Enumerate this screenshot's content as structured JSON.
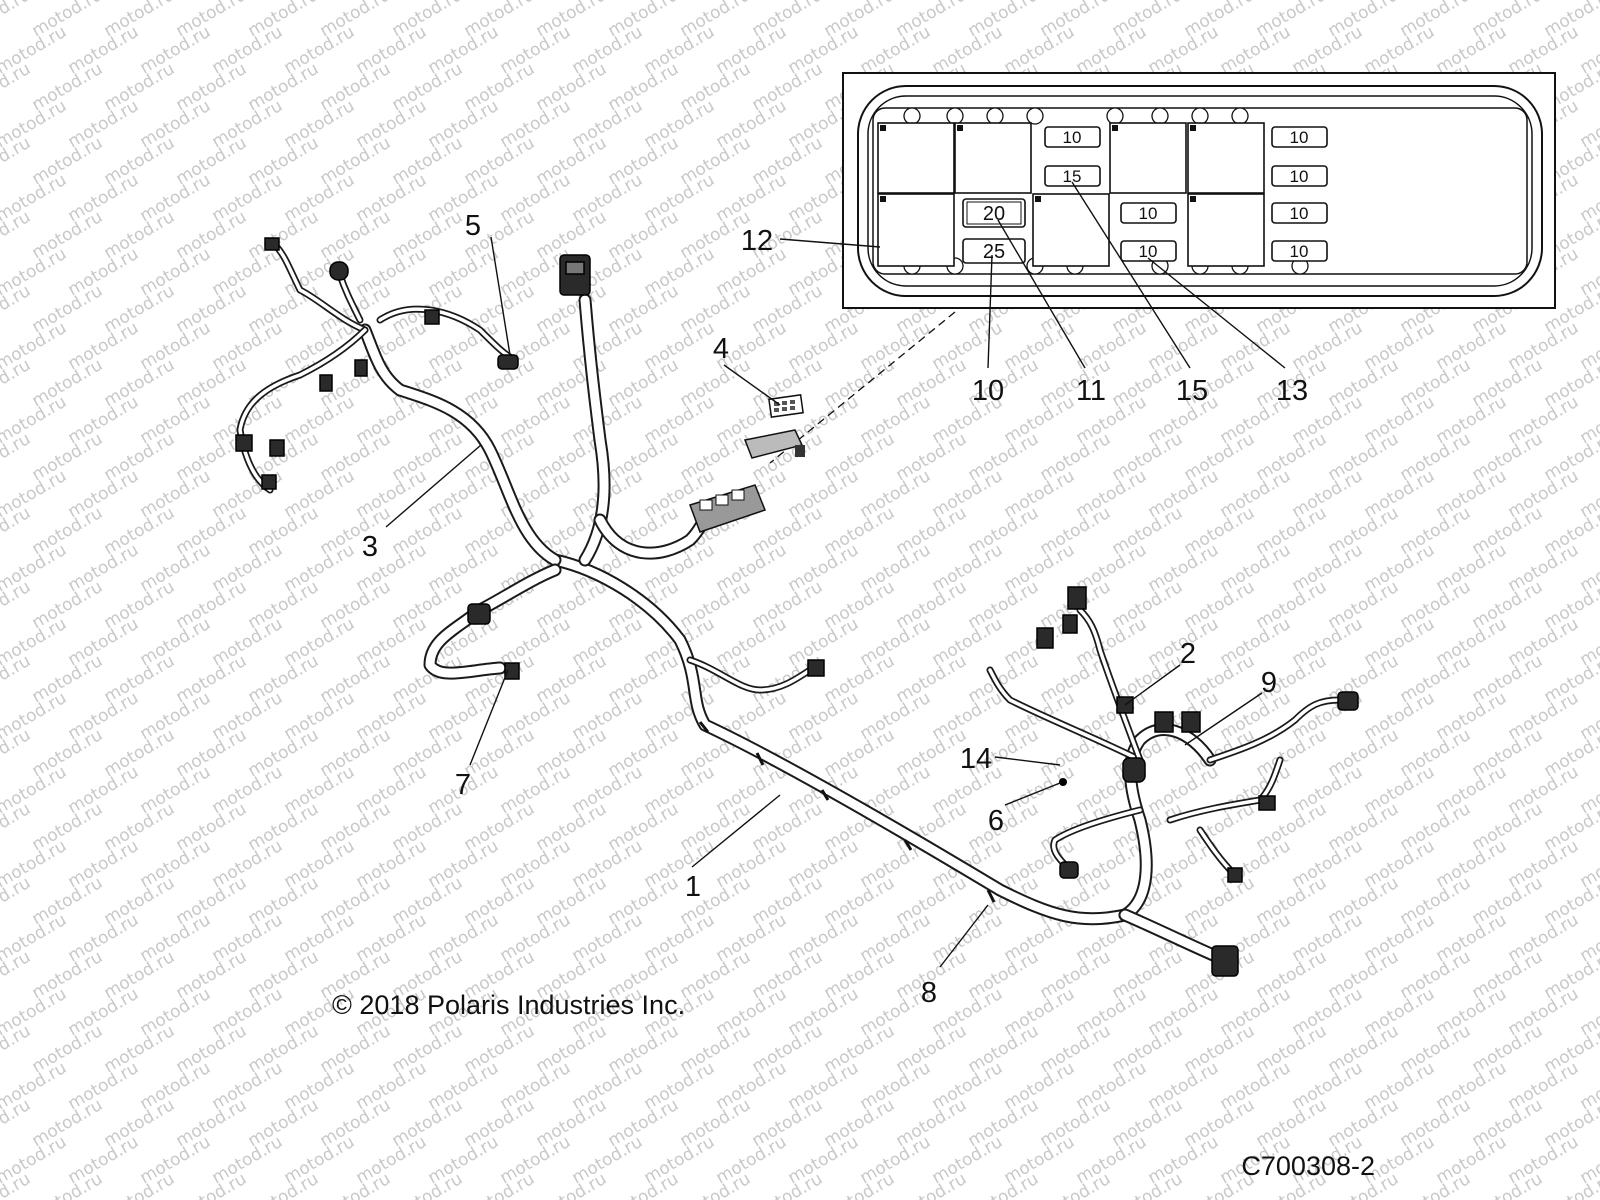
{
  "callouts": {
    "c1": "1",
    "c2": "2",
    "c3": "3",
    "c4": "4",
    "c5": "5",
    "c6": "6",
    "c7": "7",
    "c8": "8",
    "c9": "9",
    "c10": "10",
    "c11": "11",
    "c12": "12",
    "c13": "13",
    "c14": "14",
    "c15": "15"
  },
  "fuse_box": {
    "fuses": {
      "top_mid": "10",
      "mid": "15",
      "big_a": "20",
      "big_b": "25",
      "center_a": "10",
      "center_b": "10",
      "right_1": "10",
      "right_2": "10",
      "right_3": "10",
      "right_4": "10"
    }
  },
  "copyright": "© 2018 Polaris Industries Inc.",
  "drawing_number": "C700308-2",
  "watermark": "motod.ru"
}
